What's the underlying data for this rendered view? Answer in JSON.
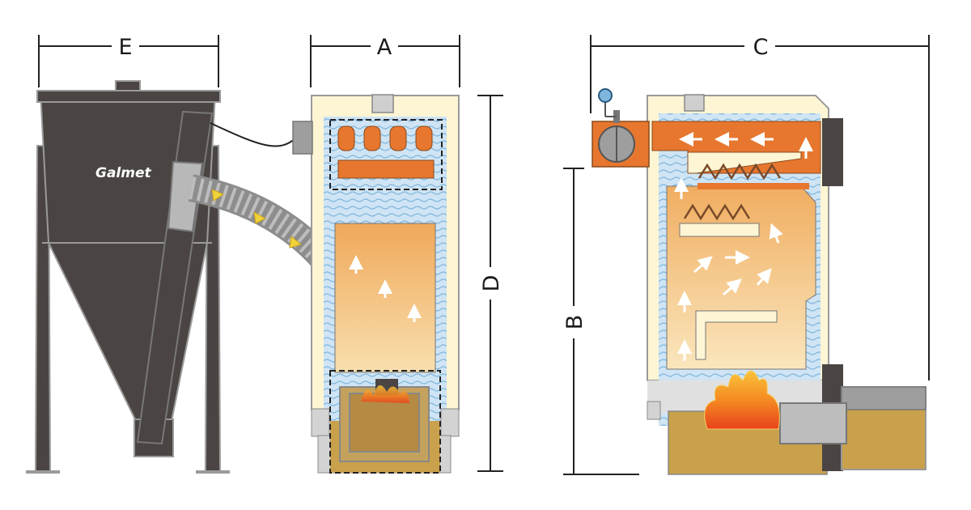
{
  "brand": {
    "logo_text": "Galmet"
  },
  "dimensions": {
    "E": "E",
    "A": "A",
    "C": "C",
    "D": "D",
    "B": "B"
  },
  "colors": {
    "hopper": "#4a4543",
    "boiler_shell": "#fdf5d4",
    "boiler_outline": "#9a9a9a",
    "water": "#cfe4f4",
    "water_wave": "#7fb6dd",
    "chamber_top": "#f2b264",
    "chamber_bottom": "#f6d9a4",
    "orange": "#e7772f",
    "fuel_bed": "#c9a14c",
    "flow_arrow": "#ffffff",
    "pellet_arrow": "#f2d23a",
    "auger": "#9e9e9e",
    "dim_line": "#222222"
  },
  "icons": [
    "pressure-gauge-icon",
    "flame-icon",
    "flow-arrow-icon"
  ]
}
